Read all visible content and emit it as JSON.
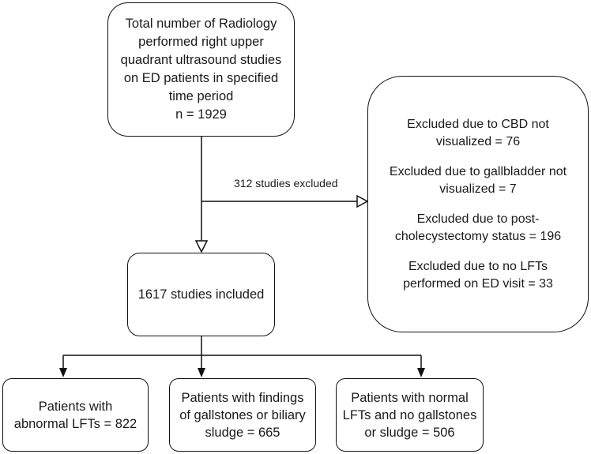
{
  "total_box": {
    "lines": [
      "Total number of Radiology",
      "performed right upper",
      "quadrant ultrasound studies",
      "on ED patients in specified",
      "time period",
      "n = 1929"
    ]
  },
  "excluded_label": "312 studies excluded",
  "included_box": {
    "text": "1617 studies included"
  },
  "excluded_box": {
    "groups": [
      [
        "Excluded due to CBD not",
        "visualized = 76"
      ],
      [
        "Excluded due to gallbladder not",
        "visualized = 7"
      ],
      [
        "Excluded due to post-",
        "cholecystectomy status = 196"
      ],
      [
        "Excluded due to no LFTs",
        "performed on ED visit = 33"
      ]
    ]
  },
  "outcome_boxes": {
    "abnormal": [
      "Patients with",
      "abnormal LFTs = 822"
    ],
    "gallstones": [
      "Patients with findings",
      "of gallstones or biliary",
      "sludge = 665"
    ],
    "normal": [
      "Patients with normal",
      "LFTs and no gallstones",
      "or sludge = 506"
    ]
  }
}
